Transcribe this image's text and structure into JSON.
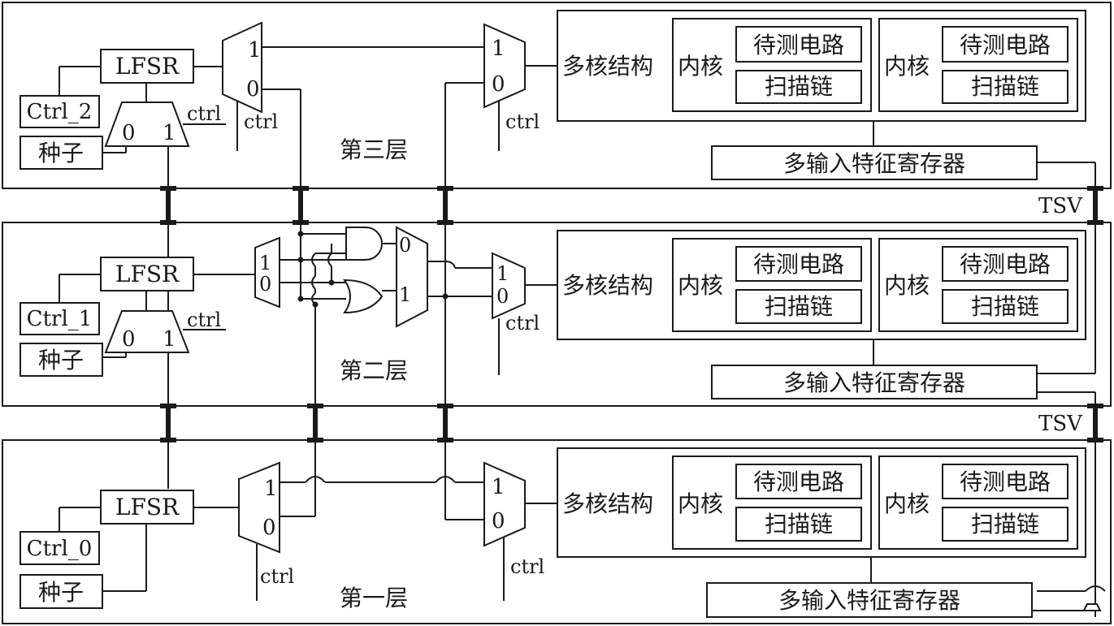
{
  "layers": {
    "top": {
      "name": "第三层",
      "ctrl_reg": "Ctrl_2"
    },
    "middle": {
      "name": "第二层",
      "ctrl_reg": "Ctrl_1"
    },
    "bottom": {
      "name": "第一层",
      "ctrl_reg": "Ctrl_0"
    }
  },
  "labels": {
    "lfsr": "LFSR",
    "seed": "种子",
    "ctrl": "ctrl",
    "one": "1",
    "zero": "0",
    "multicore": "多核结构",
    "core": "内核",
    "cut": "待测电路",
    "scan_chain": "扫描链",
    "misr": "多输入特征寄存器",
    "tsv": "TSV"
  },
  "colors": {
    "line": "#1a1a1a",
    "background": "#ffffff"
  }
}
